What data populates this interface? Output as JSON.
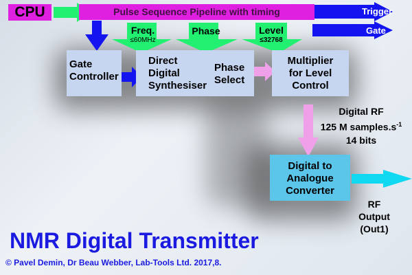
{
  "cpu": "CPU",
  "pipeline": "Pulse Sequence Pipeline with timing",
  "outputs": {
    "trigger": "Trigger",
    "gate": "Gate"
  },
  "inputs": {
    "freq": "Freq.",
    "freq_limit": "≤60MHz",
    "phase": "Phase",
    "level": "Level",
    "level_limit": "≤32768"
  },
  "blocks": {
    "gate_controller": [
      "Gate",
      "Controller"
    ],
    "dds": [
      "Direct",
      "Digital",
      "Synthesiser"
    ],
    "phase_select": [
      "Phase",
      "Select"
    ],
    "multiplier": [
      "Multiplier",
      "for Level",
      "Control"
    ],
    "dac": [
      "Digital to",
      "Analogue",
      "Converter"
    ]
  },
  "digital_rf": {
    "line1": "Digital RF",
    "line2": "125 M samples.s",
    "line2_sup": "-1",
    "line3": "14 bits"
  },
  "rf_output": [
    "RF",
    "Output",
    "(Out1)"
  ],
  "title": "NMR Digital Transmitter",
  "copyright": "© Pavel Demin, Dr Beau Webber, Lab-Tools Ltd. 2017,8.",
  "colors": {
    "magenta": "#e020e0",
    "green": "#22f070",
    "blue": "#1414f0",
    "pink": "#f0a0e8",
    "cyan": "#10d8f0",
    "box": "#c6d6f0",
    "dac": "#5cc6ea",
    "title": "#1a1ae0"
  }
}
